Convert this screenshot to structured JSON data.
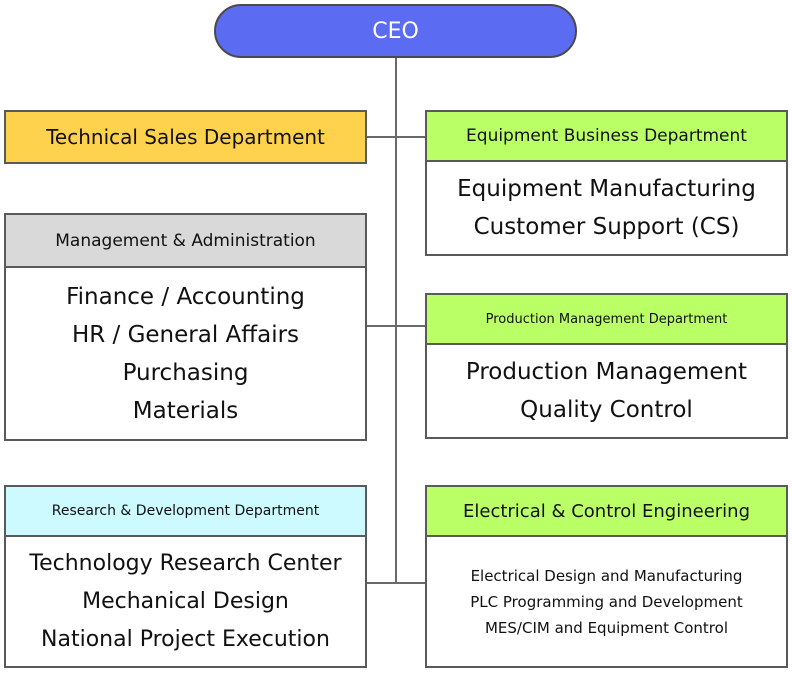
{
  "ceo": {
    "label": "CEO",
    "color": "#5b6cf2"
  },
  "left": {
    "technical_sales": {
      "title": "Technical Sales Department",
      "color": "#ffd24d"
    },
    "management": {
      "title": "Management & Administration",
      "color": "#d9d9d9",
      "items": [
        "Finance / Accounting",
        "HR / General Affairs",
        "Purchasing",
        "Materials"
      ]
    },
    "research": {
      "title": "Research & Development Department",
      "color": "#ccfaff",
      "items": [
        "Technology Research Center",
        "Mechanical Design",
        "National Project Execution"
      ]
    }
  },
  "right": {
    "equipment": {
      "title": "Equipment Business Department",
      "color": "#bbff66",
      "items": [
        "Equipment Manufacturing",
        "Customer Support (CS)"
      ]
    },
    "production": {
      "title": "Production Management Department",
      "color": "#bbff66",
      "items": [
        "Production Management",
        "Quality Control"
      ]
    },
    "electrical": {
      "title": "Electrical & Control Engineering",
      "color": "#bbff66",
      "items": [
        "Electrical Design and Manufacturing",
        "PLC Programming and Development",
        "MES/CIM and Equipment Control"
      ]
    }
  }
}
